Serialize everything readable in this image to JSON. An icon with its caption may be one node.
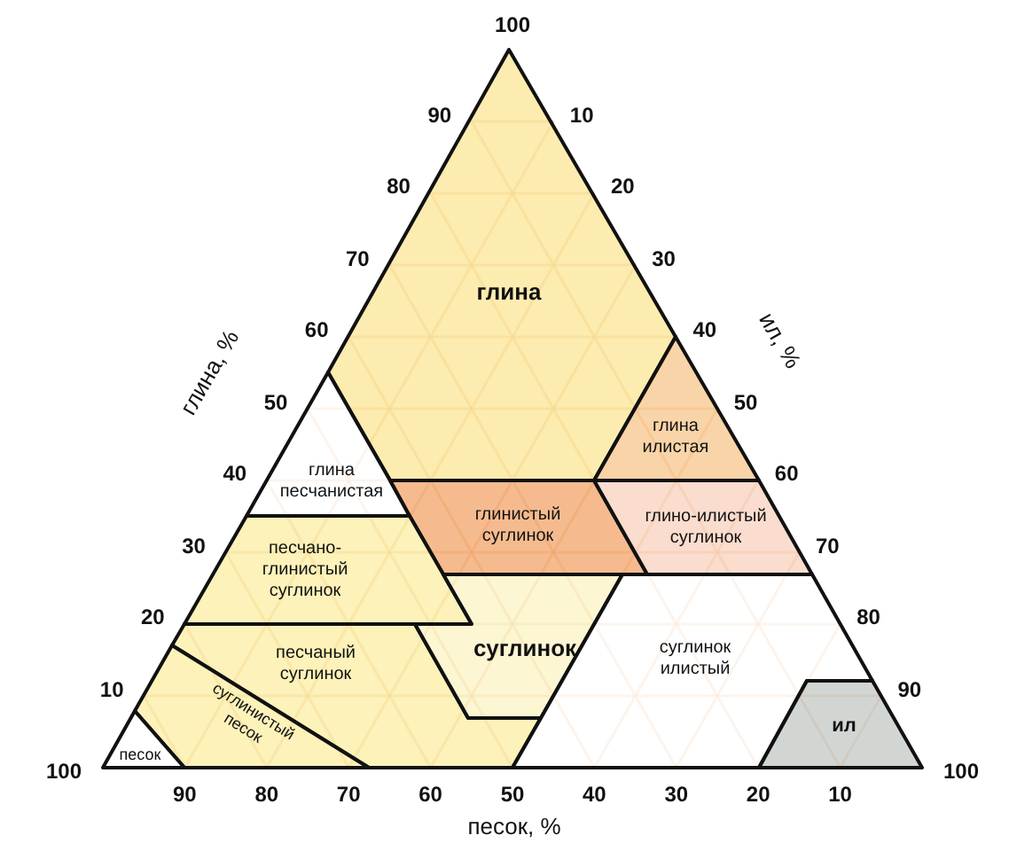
{
  "diagram": {
    "nodes": [
      {
        "text": [
          "глина"
        ]
      },
      {
        "text": [
          "глина илистая"
        ]
      },
      {
        "text": [
          "глина песчанистая"
        ]
      },
      {
        "text": [
          "глинистый суглинок"
        ]
      },
      {
        "text": [
          "глино-илистый суглинок"
        ]
      },
      {
        "text": [
          "песчано-глинистый суглинок"
        ]
      },
      {
        "text": [
          "песчаный суглинок"
        ]
      },
      {
        "text": [
          "суглинок"
        ]
      },
      {
        "text": [
          "суглинок илистый"
        ]
      },
      {
        "text": [
          "ил"
        ]
      },
      {
        "text": [
          "суглинистый песок"
        ]
      },
      {
        "text": [
          "песок"
        ]
      }
    ],
    "labels": [
      "100",
      "90",
      "10",
      "80",
      "20",
      "70",
      "30",
      "60",
      "40",
      "глина, %",
      "ил, %",
      "50",
      "50",
      "40",
      "60",
      "30",
      "70",
      "20",
      "80",
      "10",
      "90",
      "100",
      "90",
      "80",
      "70",
      "60",
      "50",
      "40",
      "30",
      "20",
      "10",
      "100",
      "песок, %"
    ]
  }
}
